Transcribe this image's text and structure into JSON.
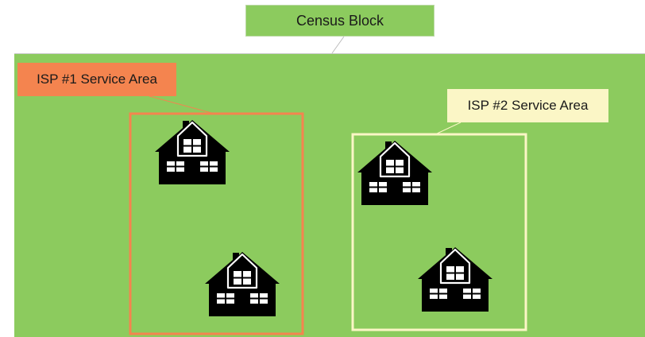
{
  "census_block": {
    "label": "Census Block",
    "color": "#8ccb5e"
  },
  "isp1": {
    "label": "ISP #1  Service Area",
    "color": "#f4844f"
  },
  "isp2": {
    "label": "ISP #2  Service Area",
    "color": "#fbf6c6"
  },
  "house_icon": "house-icon",
  "house_color": "#000000"
}
